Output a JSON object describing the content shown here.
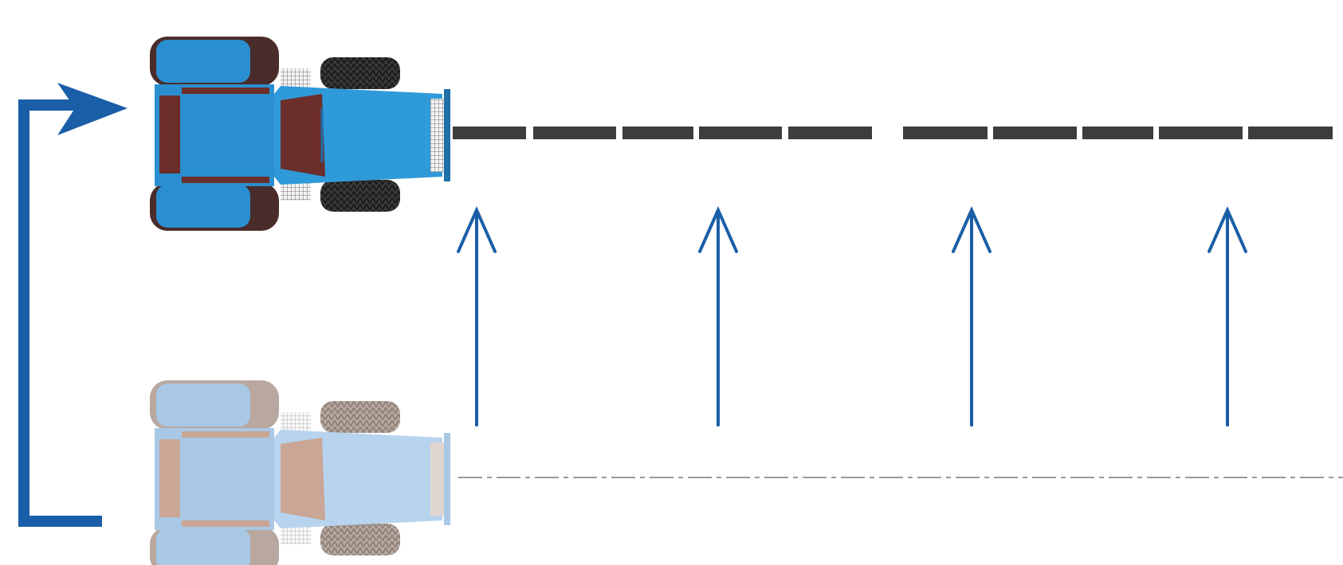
{
  "diagram": {
    "description_elements": {
      "active_tractor": {
        "icon": "tractor-top-view-icon",
        "state": "current"
      },
      "ghost_tractor": {
        "icon": "tractor-top-view-icon",
        "state": "previous"
      },
      "return_arrow": {
        "icon": "u-turn-arrow-icon"
      },
      "guidance_line": {
        "style": "dashed-bold"
      },
      "previous_line": {
        "style": "dash-dot-thin"
      },
      "shift_arrows": {
        "count": 4,
        "icon": "arrow-up-icon"
      }
    },
    "colors": {
      "accent_blue": "#1a5ea8",
      "tractor_body": "#2a8fd0",
      "tractor_body_dark": "#1f6fa8",
      "tractor_seat": "#6b2e2a",
      "tire": "#3a3a3a",
      "guidance_line": "#3d3d3d",
      "ghost_body": "#a9c8e6",
      "ghost_accent": "#c9a695",
      "ghost_tire": "#b8aaa0",
      "previous_line": "#9a9a9a"
    }
  }
}
